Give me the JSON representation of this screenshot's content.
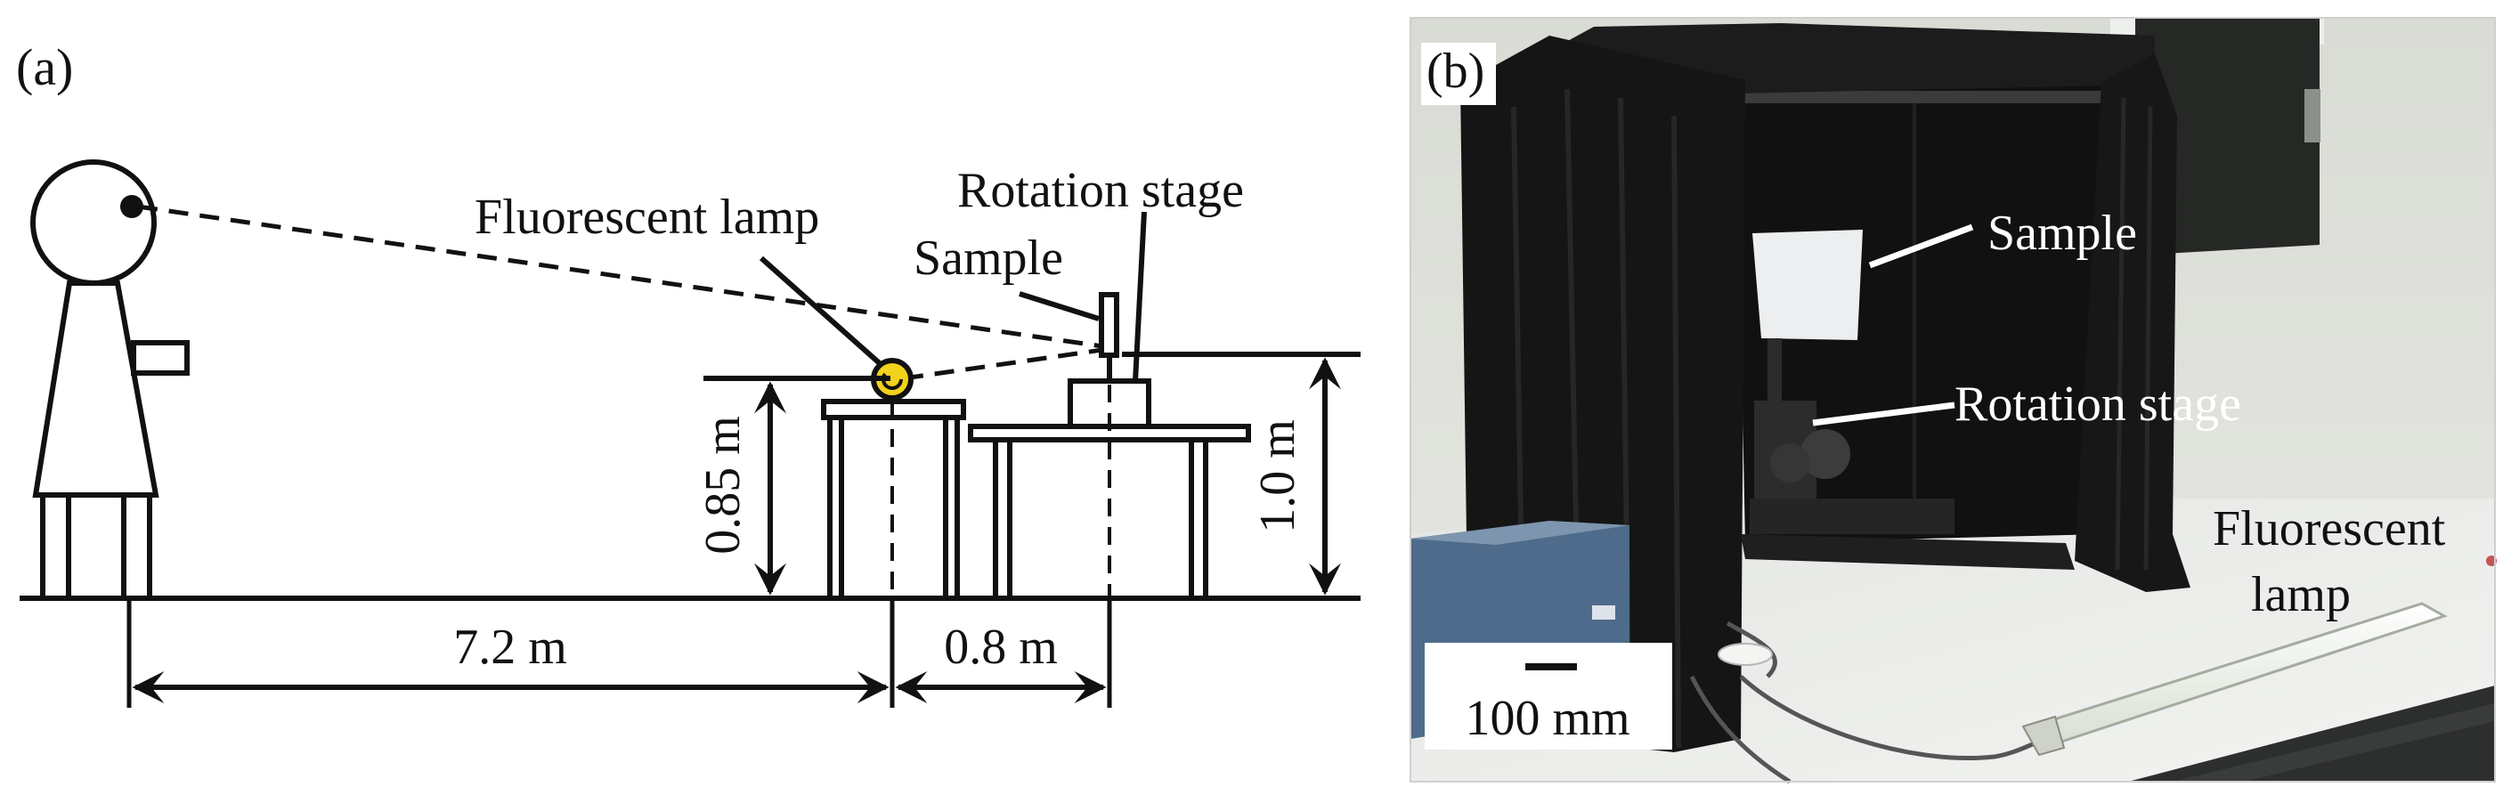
{
  "panel_a": {
    "tag": "(a)",
    "labels": {
      "fluorescent_lamp": "Fluorescent lamp",
      "rotation_stage": "Rotation stage",
      "sample": "Sample"
    },
    "dimensions": {
      "height_lamp": "0.85 m",
      "height_stage": "1.0 m",
      "distance_observer_lamp": "7.2 m",
      "distance_lamp_sample": "0.8 m"
    },
    "colors": {
      "lamp": "#f2d21a",
      "ink": "#111111"
    }
  },
  "panel_b": {
    "tag": "(b)",
    "labels": {
      "sample": "Sample",
      "rotation_stage": "Rotation stage",
      "fluorescent_lamp_line1": "Fluorescent",
      "fluorescent_lamp_line2": "lamp"
    },
    "scale_bar": "100 mm"
  }
}
